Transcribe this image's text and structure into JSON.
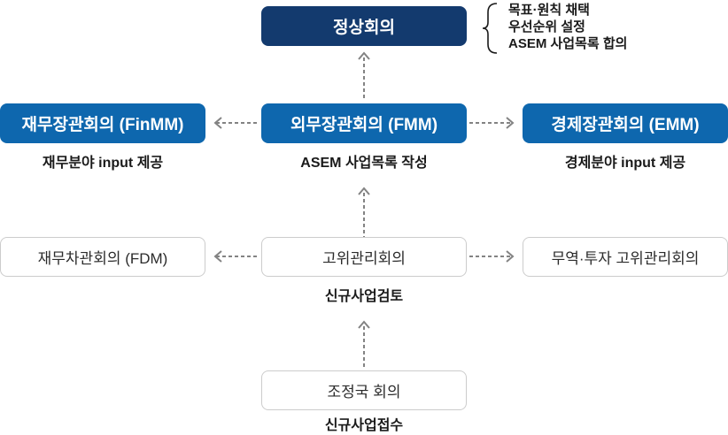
{
  "colors": {
    "navy": "#133a6e",
    "blue": "#0e67ae",
    "ink": "#1a1a1a",
    "box-text": "#2b2b2b",
    "border": "#cccccc",
    "arrow": "#838383"
  },
  "diagram": {
    "summit": {
      "label": "정상회의",
      "bullets": [
        "목표·원칙 채택",
        "우선순위 설정",
        "ASEM 사업목록 합의"
      ]
    },
    "ministerial": {
      "finmm": {
        "label": "재무장관회의 (FinMM)",
        "caption": "재무분야 input 제공"
      },
      "fmm": {
        "label": "외무장관회의 (FMM)",
        "caption": "ASEM 사업목록 작성"
      },
      "emm": {
        "label": "경제장관회의 (EMM)",
        "caption": "경제분야 input 제공"
      }
    },
    "senior": {
      "fdm": {
        "label": "재무차관회의 (FDM)"
      },
      "som": {
        "label": "고위관리회의",
        "caption": "신규사업검토"
      },
      "trade_som": {
        "label": "무역·투자 고위관리회의"
      }
    },
    "coordinators": {
      "label": "조정국 회의",
      "caption": "신규사업접수"
    }
  }
}
